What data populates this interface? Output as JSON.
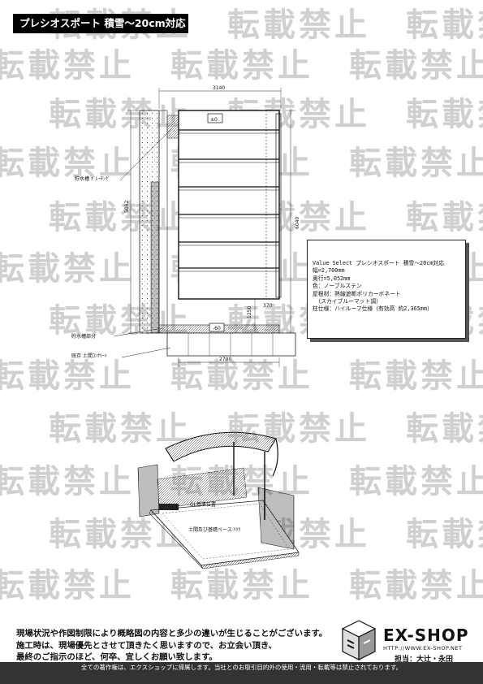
{
  "header": {
    "title": "プレシオスポート 積雪～20cm対応"
  },
  "watermark": {
    "text": "転載禁止"
  },
  "plan": {
    "dim_top": "3140",
    "dim_left": "5052",
    "dim_right": "6040",
    "dim_bottom": "2700",
    "dim_front_a": "1250",
    "dim_front_b": "370",
    "level_top": "±0",
    "level_bottom": "-60",
    "label_drain_grating": "貯水槽 ｸﾞﾚｰﾁﾝｸﾞ",
    "label_drain": "貯水槽部分",
    "label_existing": "既存 土間ｺﾝｸﾘｰﾄ"
  },
  "spec": {
    "line1": "Value Select  プレシオスポート 積雪～20cm対応",
    "line2": "幅=2,700mm",
    "line3": "奥行=5,052mm",
    "line4": "色：ノーブルステン",
    "line5": "屋根材：熱線遮断ポリカーボネート",
    "line6": "　（スカイブルーマット調）",
    "line7": "柱仕様：ハイルーフ仕様（有効高 約2,365mm）"
  },
  "perspective": {
    "label_gl": "GL基準位置",
    "label_base": "土間及び基礎ベース ﾊﾂﾘ"
  },
  "notice": {
    "line1": "現場状況や作図制限により概略図の内容と多少の違いが生じることがございます。",
    "line2": "施工時は、現場優先とさせて頂きたく思いますので、お立会い頂き、",
    "line3": "最終のご指示のほど、何卒、宜しくお願い致します。"
  },
  "brand": {
    "name": "EX-SHOP",
    "url": "HTTP://WWW.EX-SHOP.NET",
    "staff": "担当：大辻・永田"
  },
  "footer": {
    "text": "全ての著作権は、エクスショップに帰属します。当社とのお取引目的外の使用・流用・転載等は禁止されております。"
  }
}
